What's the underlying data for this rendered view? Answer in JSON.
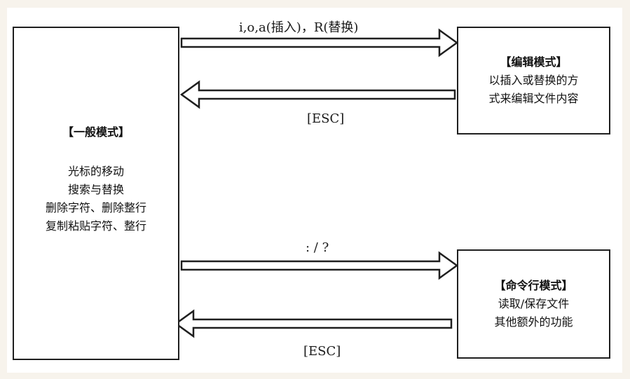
{
  "diagram": {
    "normal_mode": {
      "title": "【一般模式】",
      "lines": [
        "光标的移动",
        "搜索与替换",
        "删除字符、删除整行",
        "复制粘贴字符、整行"
      ]
    },
    "edit_mode": {
      "title": "【编辑模式】",
      "lines": [
        "以插入或替换的方",
        "式来编辑文件内容"
      ]
    },
    "command_mode": {
      "title": "【命令行模式】",
      "lines": [
        "读取/保存文件",
        "其他额外的功能"
      ]
    },
    "edges": {
      "to_edit": "i,o,a(插入)，R(替换)",
      "from_edit": "[ESC]",
      "to_command": ": / ?",
      "from_command": "[ESC]"
    }
  }
}
